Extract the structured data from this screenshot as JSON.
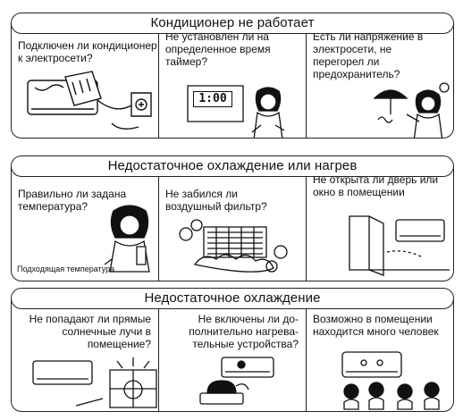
{
  "sections": [
    {
      "title": "Кондиционер не работает",
      "cells": [
        {
          "text": "Подключен ли кондиционер\nк электросети?"
        },
        {
          "text": "Не установлен ли на\nопределенное время\nтаймер?",
          "display": "1:00"
        },
        {
          "text": "Есть ли напряжение в\nэлектросети, не\nперегорел ли\nпредохранитель?"
        }
      ]
    },
    {
      "title": "Недостаточное охлаждение или нагрев",
      "cells": [
        {
          "text": "Правильно ли задана\nтемпература?",
          "note": "Подходящая температура"
        },
        {
          "text": "Не забился ли\nвоздушный фильтр?"
        },
        {
          "text": "Не открыта ли дверь или\nокно в помещении"
        }
      ]
    },
    {
      "title": "Недостаточное охлаждение",
      "cells": [
        {
          "text": "Не попадают ли прямые\nсолнечные лучи в\nпомещение?"
        },
        {
          "text": "Не включены ли до-\nполнительно нагрева-\nтельные устройства?"
        },
        {
          "text": "Возможно в помещении\nнаходится много человек"
        }
      ]
    }
  ]
}
